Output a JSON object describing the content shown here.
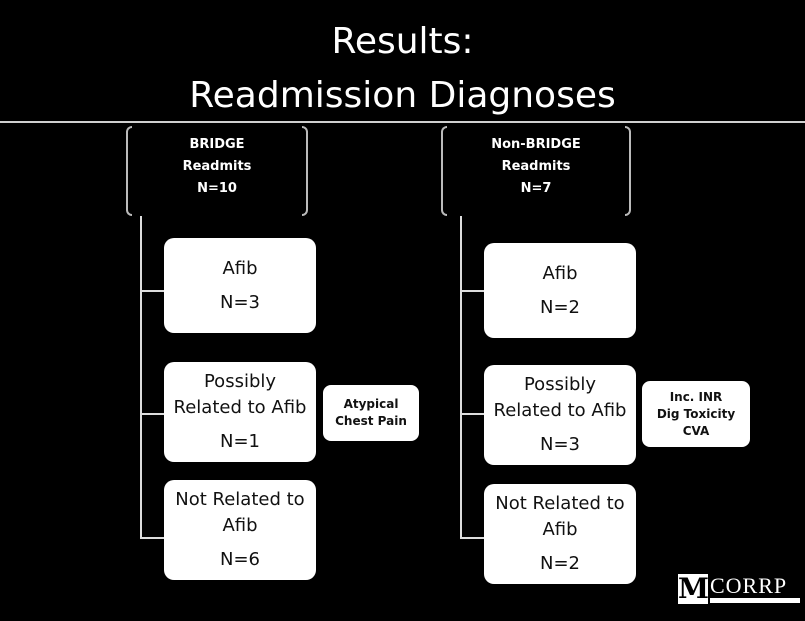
{
  "title": {
    "line1": "Results:",
    "line2": "Readmission Diagnoses"
  },
  "left": {
    "header": [
      "BRIDGE",
      "Readmits",
      "N=10"
    ],
    "boxes": [
      {
        "label": "Afib",
        "n": "N=3"
      },
      {
        "label": "Possibly Related to Afib",
        "n": "N=1"
      },
      {
        "label": "Not Related to Afib",
        "n": "N=6"
      }
    ],
    "side_note": [
      "Atypical",
      "Chest Pain"
    ]
  },
  "right": {
    "header": [
      "Non-BRIDGE",
      "Readmits",
      "N=7"
    ],
    "boxes": [
      {
        "label": "Afib",
        "n": "N=2"
      },
      {
        "label": "Possibly Related to Afib",
        "n": "N=3"
      },
      {
        "label": "Not Related to Afib",
        "n": "N=2"
      }
    ],
    "side_note": [
      "Inc. INR",
      "Dig Toxicity",
      "CVA"
    ]
  },
  "logo": {
    "letter": "M",
    "word": "CORRP"
  },
  "colors": {
    "background": "#000000",
    "box": "#ffffff",
    "text_light": "#ffffff",
    "text_dark": "#111111"
  }
}
